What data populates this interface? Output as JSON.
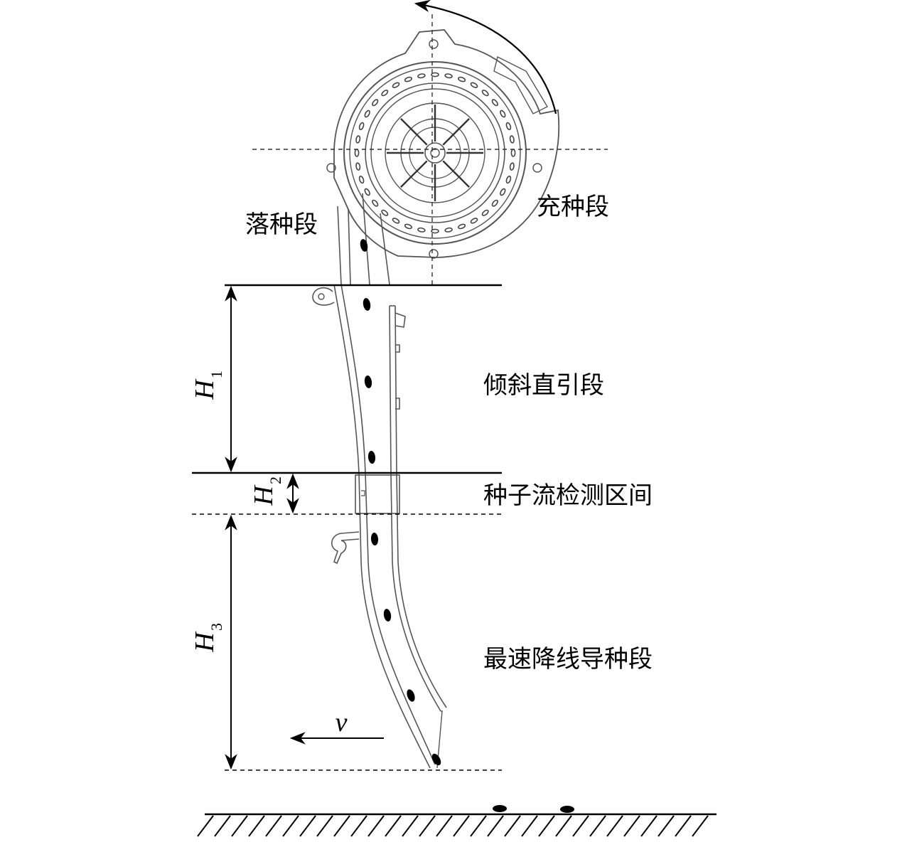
{
  "labels": {
    "seed_drop": "落种段",
    "seed_fill": "充种段",
    "inclined": "倾斜直引段",
    "detection": "种子流检测区间",
    "brachistochrone": "最速降线导种段"
  },
  "dimensions": {
    "h1": {
      "main": "H",
      "sub": "1"
    },
    "h2": {
      "main": "H",
      "sub": "2"
    },
    "h3": {
      "main": "H",
      "sub": "3"
    },
    "velocity": "v"
  },
  "colors": {
    "ink": "#000000",
    "drawing": "#555555"
  }
}
